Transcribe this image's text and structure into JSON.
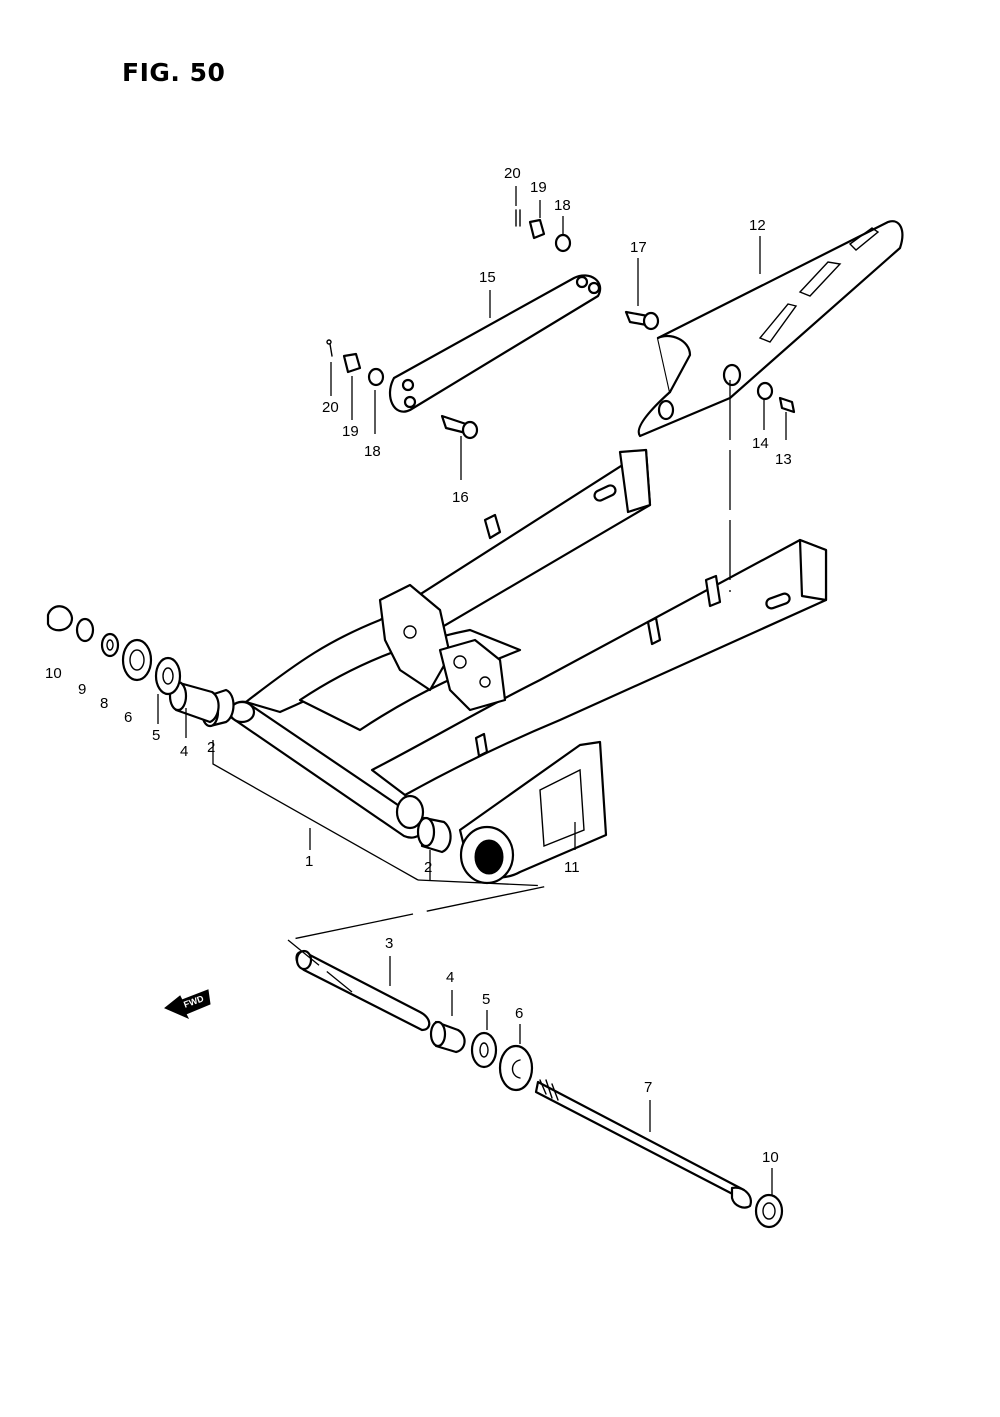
{
  "figure": {
    "title": "FIG. 50"
  },
  "arrow": {
    "label": "FWD"
  },
  "callouts": [
    {
      "id": "c1",
      "label": "1"
    },
    {
      "id": "c2a",
      "label": "2"
    },
    {
      "id": "c2b",
      "label": "2"
    },
    {
      "id": "c3",
      "label": "3"
    },
    {
      "id": "c4a",
      "label": "4"
    },
    {
      "id": "c4b",
      "label": "4"
    },
    {
      "id": "c5a",
      "label": "5"
    },
    {
      "id": "c5b",
      "label": "5"
    },
    {
      "id": "c6a",
      "label": "6"
    },
    {
      "id": "c6b",
      "label": "6"
    },
    {
      "id": "c7",
      "label": "7"
    },
    {
      "id": "c8",
      "label": "8"
    },
    {
      "id": "c9",
      "label": "9"
    },
    {
      "id": "c10a",
      "label": "10"
    },
    {
      "id": "c10b",
      "label": "10"
    },
    {
      "id": "c11",
      "label": "11"
    },
    {
      "id": "c12",
      "label": "12"
    },
    {
      "id": "c13",
      "label": "13"
    },
    {
      "id": "c14",
      "label": "14"
    },
    {
      "id": "c15",
      "label": "15"
    },
    {
      "id": "c16",
      "label": "16"
    },
    {
      "id": "c17",
      "label": "17"
    },
    {
      "id": "c18a",
      "label": "18"
    },
    {
      "id": "c18b",
      "label": "18"
    },
    {
      "id": "c19a",
      "label": "19"
    },
    {
      "id": "c19b",
      "label": "19"
    },
    {
      "id": "c20a",
      "label": "20"
    },
    {
      "id": "c20b",
      "label": "20"
    }
  ]
}
